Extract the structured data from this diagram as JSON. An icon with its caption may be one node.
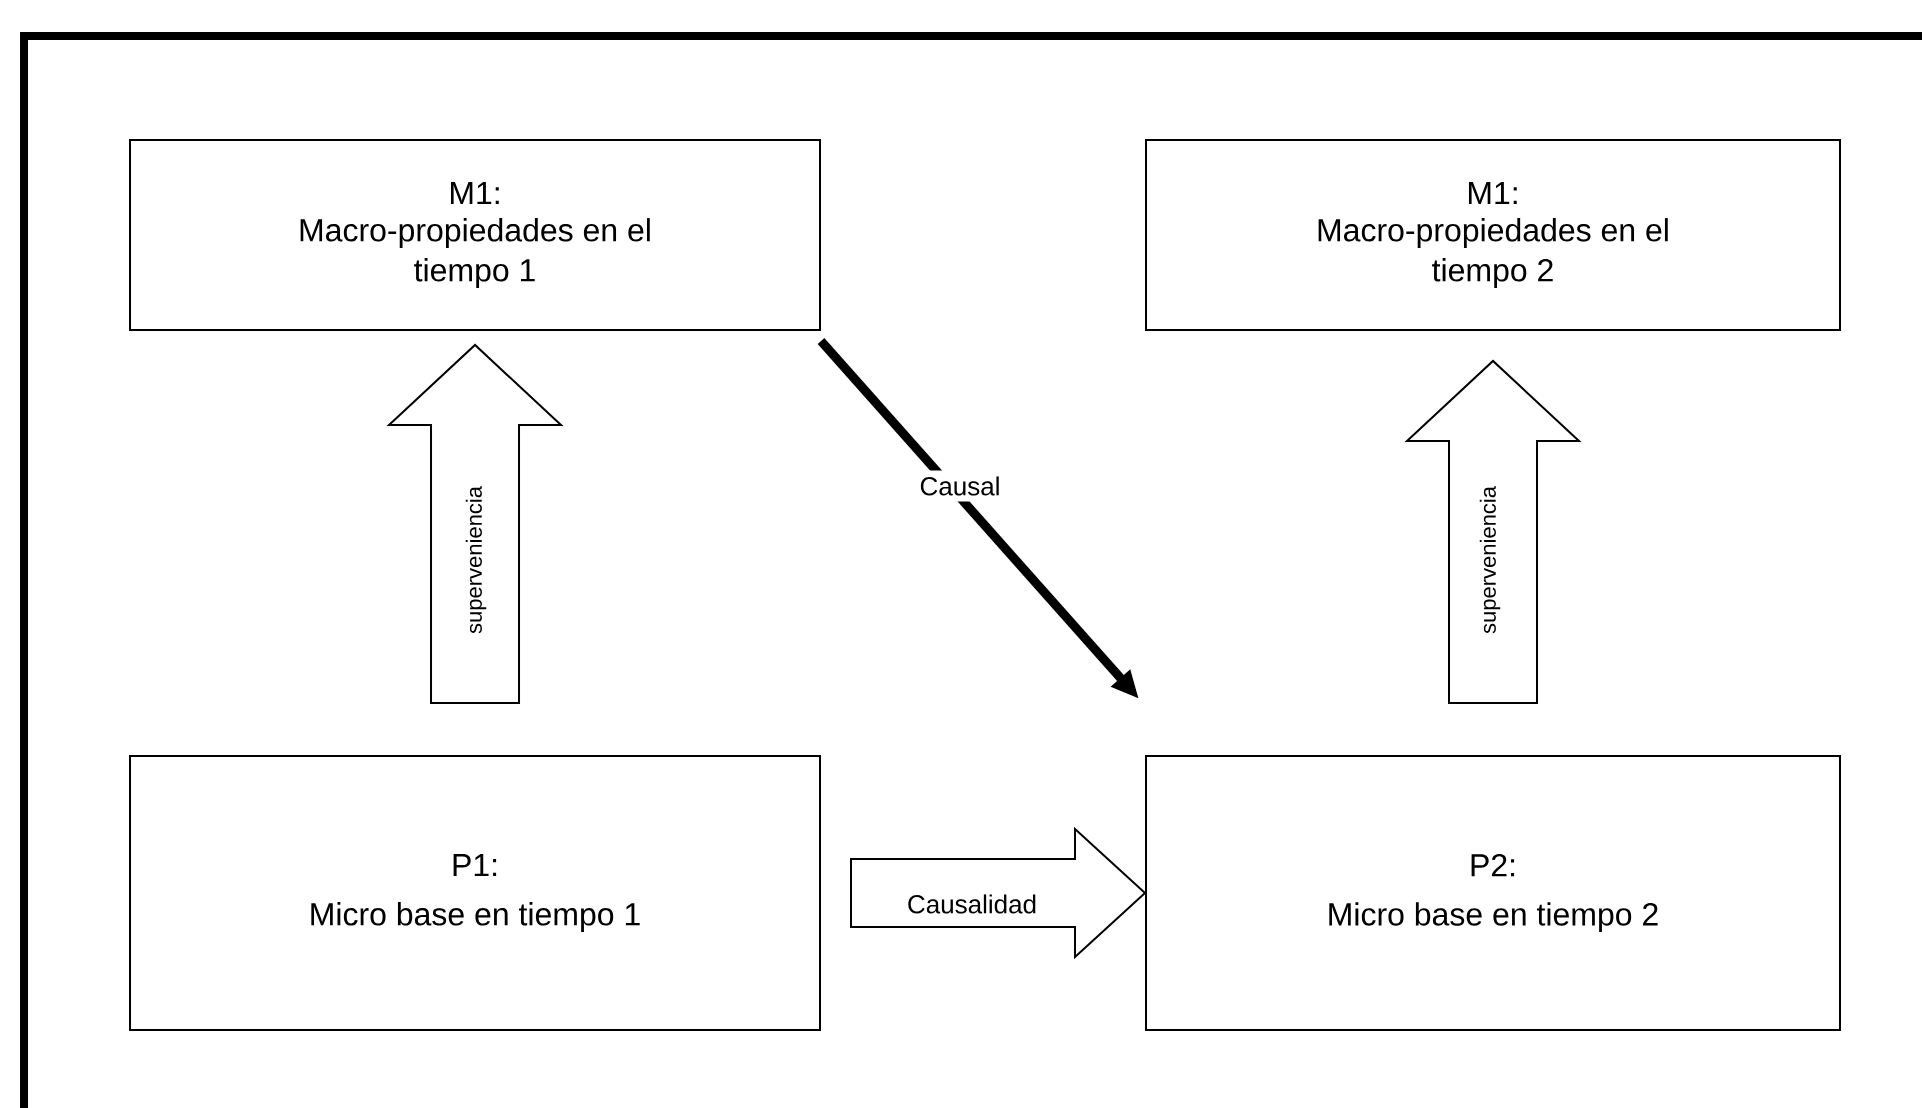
{
  "diagram": {
    "nodes": [
      {
        "text": [
          "M1:",
          "Macro-propiedades en el tiempo 1"
        ]
      },
      {
        "text": [
          "M1:",
          "Macro-propiedades en el tiempo 2"
        ]
      },
      {
        "text": [
          "P1:",
          "Micro base en tiempo 1"
        ]
      },
      {
        "text": [
          "P2:",
          "Micro base en tiempo 2"
        ]
      }
    ],
    "edges": [
      {
        "from": 2,
        "to": 0,
        "arrow": "to",
        "label": "superveniencia",
        "style": "thick"
      },
      {
        "from": 0,
        "to": 3,
        "arrow": "to",
        "label": "Causal"
      },
      {
        "from": 2,
        "to": 3,
        "arrow": "to",
        "label": "Causalidad",
        "style": "thick"
      },
      {
        "from": 3,
        "to": 1,
        "arrow": "to",
        "label": "superveniencia",
        "style": "thick"
      }
    ]
  }
}
